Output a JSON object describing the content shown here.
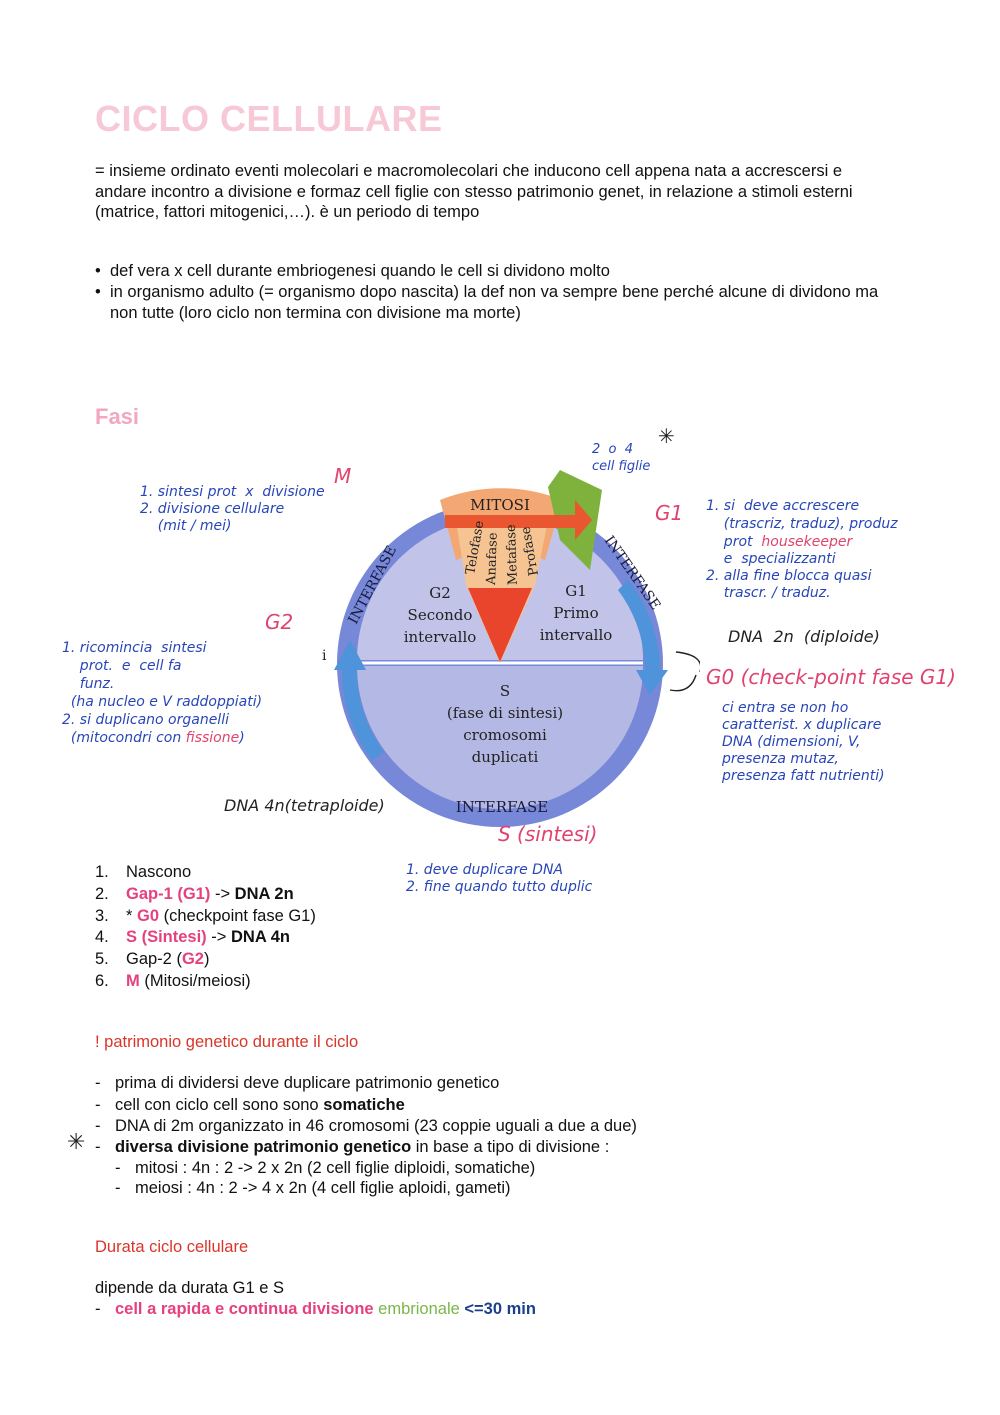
{
  "title": "CICLO CELLULARE",
  "definition": "= insieme ordinato eventi molecolari  e macromolecolari che inducono cell appena nata a accrescersi e andare incontro a divisione e formaz cell figlie con stesso patrimonio genet, in relazione a stimoli esterni (matrice, fattori mitogenici,…). è un periodo di tempo",
  "bullets": [
    "def vera x cell durante embriogenesi quando le cell si dividono molto",
    "in organismo adulto (= organismo dopo nascita) la def non va sempre bene perché alcune di dividono ma non tutte (loro ciclo non termina con divisione ma morte)"
  ],
  "section_fasi": "Fasi",
  "diagram": {
    "mitosi": "MITOSI",
    "subphases": [
      "Telofase",
      "Anafase",
      "Metafase",
      "Profase"
    ],
    "g2": {
      "name": "G2",
      "line1": "Secondo",
      "line2": "intervallo"
    },
    "g1": {
      "name": "G1",
      "line1": "Primo",
      "line2": "intervallo"
    },
    "s": {
      "name": "S",
      "line1": "(fase di sintesi)",
      "line2": "cromosomi",
      "line3": "duplicati"
    },
    "interfase": "INTERFASE",
    "stray": "i",
    "colors": {
      "ring": "#6f82d6",
      "inner": "#b9bde6",
      "mitosi_band": "#f4a36c",
      "red_wedge": "#e8412b",
      "green": "#7fb23c",
      "arrow": "#4b8fd6"
    }
  },
  "handwriting": {
    "m_label": "M",
    "m_notes": "1. sintesi prot  x  divisione\n2. divisione cellulare\n    (mit / mei)",
    "count": "2  o  4\ncell figlie",
    "star": "✳",
    "g1_label": "G1",
    "g1_notes_1": "1. si  deve accrescere\n    (trascriz, traduz), produz\n    prot  ",
    "housekeeper": "housekeeper",
    "g1_notes_2": "    e  specializzanti\n2. alla fine blocca quasi\n    trascr. / traduz.",
    "dna_2n": "DNA  2n  (diploide)",
    "g2_label": "G2",
    "g2_notes_1": "1. ricomincia  sintesi\n    prot.  e  cell fa\n    funz.\n  (ha nucleo e V raddoppiati)\n2. si duplicano organelli\n  (mitocondri con ",
    "fissione": "fissione",
    "g2_close": ")",
    "g0_label": "G0 (check-point fase G1)",
    "g0_notes": "ci entra se non ho\ncaratterist. x duplicare\nDNA (dimensioni, V,\npresenza mutaz,\npresenza fatt nutrienti)",
    "dna_4n": "DNA 4n(tetraploide)",
    "s_label": "S (sintesi)",
    "s_notes": "1. deve duplicare DNA\n2. fine quando tutto duplic"
  },
  "phases_list": [
    {
      "n": "1.",
      "parts": [
        {
          "t": "Nascono",
          "s": ""
        }
      ]
    },
    {
      "n": "2.",
      "parts": [
        {
          "t": "Gap-1 (G1)",
          "s": "pink"
        },
        {
          "t": " -> ",
          "s": ""
        },
        {
          "t": "DNA 2n",
          "s": "bold"
        }
      ]
    },
    {
      "n": "3.",
      "parts": [
        {
          "t": "* ",
          "s": ""
        },
        {
          "t": "G0",
          "s": "pink"
        },
        {
          "t": " (checkpoint fase G1)",
          "s": ""
        }
      ]
    },
    {
      "n": "4.",
      "parts": [
        {
          "t": "S (Sintesi)",
          "s": "pink"
        },
        {
          "t": " -> ",
          "s": ""
        },
        {
          "t": "DNA 4n",
          "s": "bold"
        }
      ]
    },
    {
      "n": "5.",
      "parts": [
        {
          "t": "Gap-2 (",
          "s": ""
        },
        {
          "t": "G2",
          "s": "pink"
        },
        {
          "t": ")",
          "s": ""
        }
      ]
    },
    {
      "n": "6.",
      "parts": [
        {
          "t": "M",
          "s": "pink"
        },
        {
          "t": " (Mitosi/meiosi)",
          "s": ""
        }
      ]
    }
  ],
  "section_patrimonio": "! patrimonio genetico durante il ciclo",
  "patrimonio_items": [
    {
      "a": "prima di dividersi deve duplicare patrimonio genetico",
      "b": "",
      "c": ""
    },
    {
      "a": "cell con ciclo cell sono sono ",
      "b": "somatiche",
      "c": ""
    },
    {
      "a": "DNA di 2m organizzato in 46 cromosomi (23 coppie uguali a due a due)",
      "b": "",
      "c": ""
    },
    {
      "a": "",
      "b": "diversa divisione patrimonio genetico",
      "c": " in base a tipo di divisione :"
    }
  ],
  "sub_items": [
    "mitosi : 4n : 2 -> 2 x 2n (2 cell figlie diploidi, somatiche)",
    "meiosi : 4n : 2 -> 4 x 2n (4 cell figlie aploidi, gameti)"
  ],
  "section_durata": "Durata ciclo cellulare",
  "durata_text": "dipende da durata G1 e S",
  "durata_item": {
    "a": "cell a rapida e continua divisione",
    "b": " embrionale ",
    "c": "<=30 min"
  },
  "bullet_symbol": "•",
  "dash_symbol": "-"
}
